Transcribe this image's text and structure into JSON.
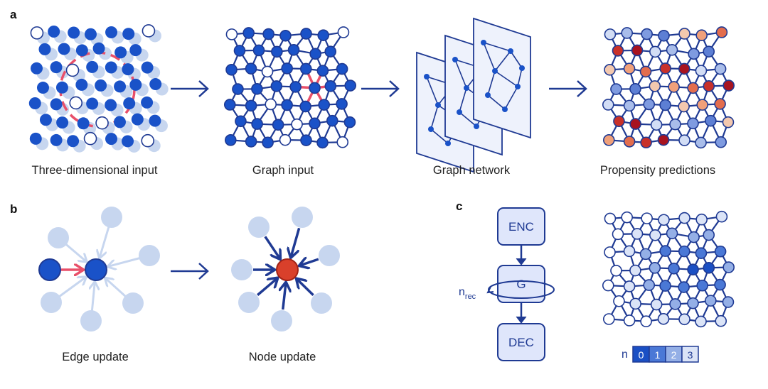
{
  "panels": {
    "a": "a",
    "b": "b",
    "c": "c"
  },
  "captions": {
    "three_dimensional_input": "Three-dimensional input",
    "graph_input": "Graph input",
    "graph_network": "Graph network",
    "propensity_predictions": "Propensity predictions",
    "edge_update": "Edge update",
    "node_update": "Node update"
  },
  "architecture": {
    "encoder": "ENC",
    "graph_block": "G",
    "decoder": "DEC",
    "recurrence_label": "n",
    "recurrence_subscript": "rec"
  },
  "legend": {
    "label": "n",
    "values": [
      "0",
      "1",
      "2",
      "3"
    ]
  },
  "colors": {
    "particle_blue": "#1a52c8",
    "edge_blue": "#1f3a93",
    "highlight_red": "#e8506a",
    "node_red": "#d9402b",
    "faded_blue": "#c7d6ef",
    "propensity_low": "#f3c8ae",
    "propensity_high": "#a8131f"
  }
}
